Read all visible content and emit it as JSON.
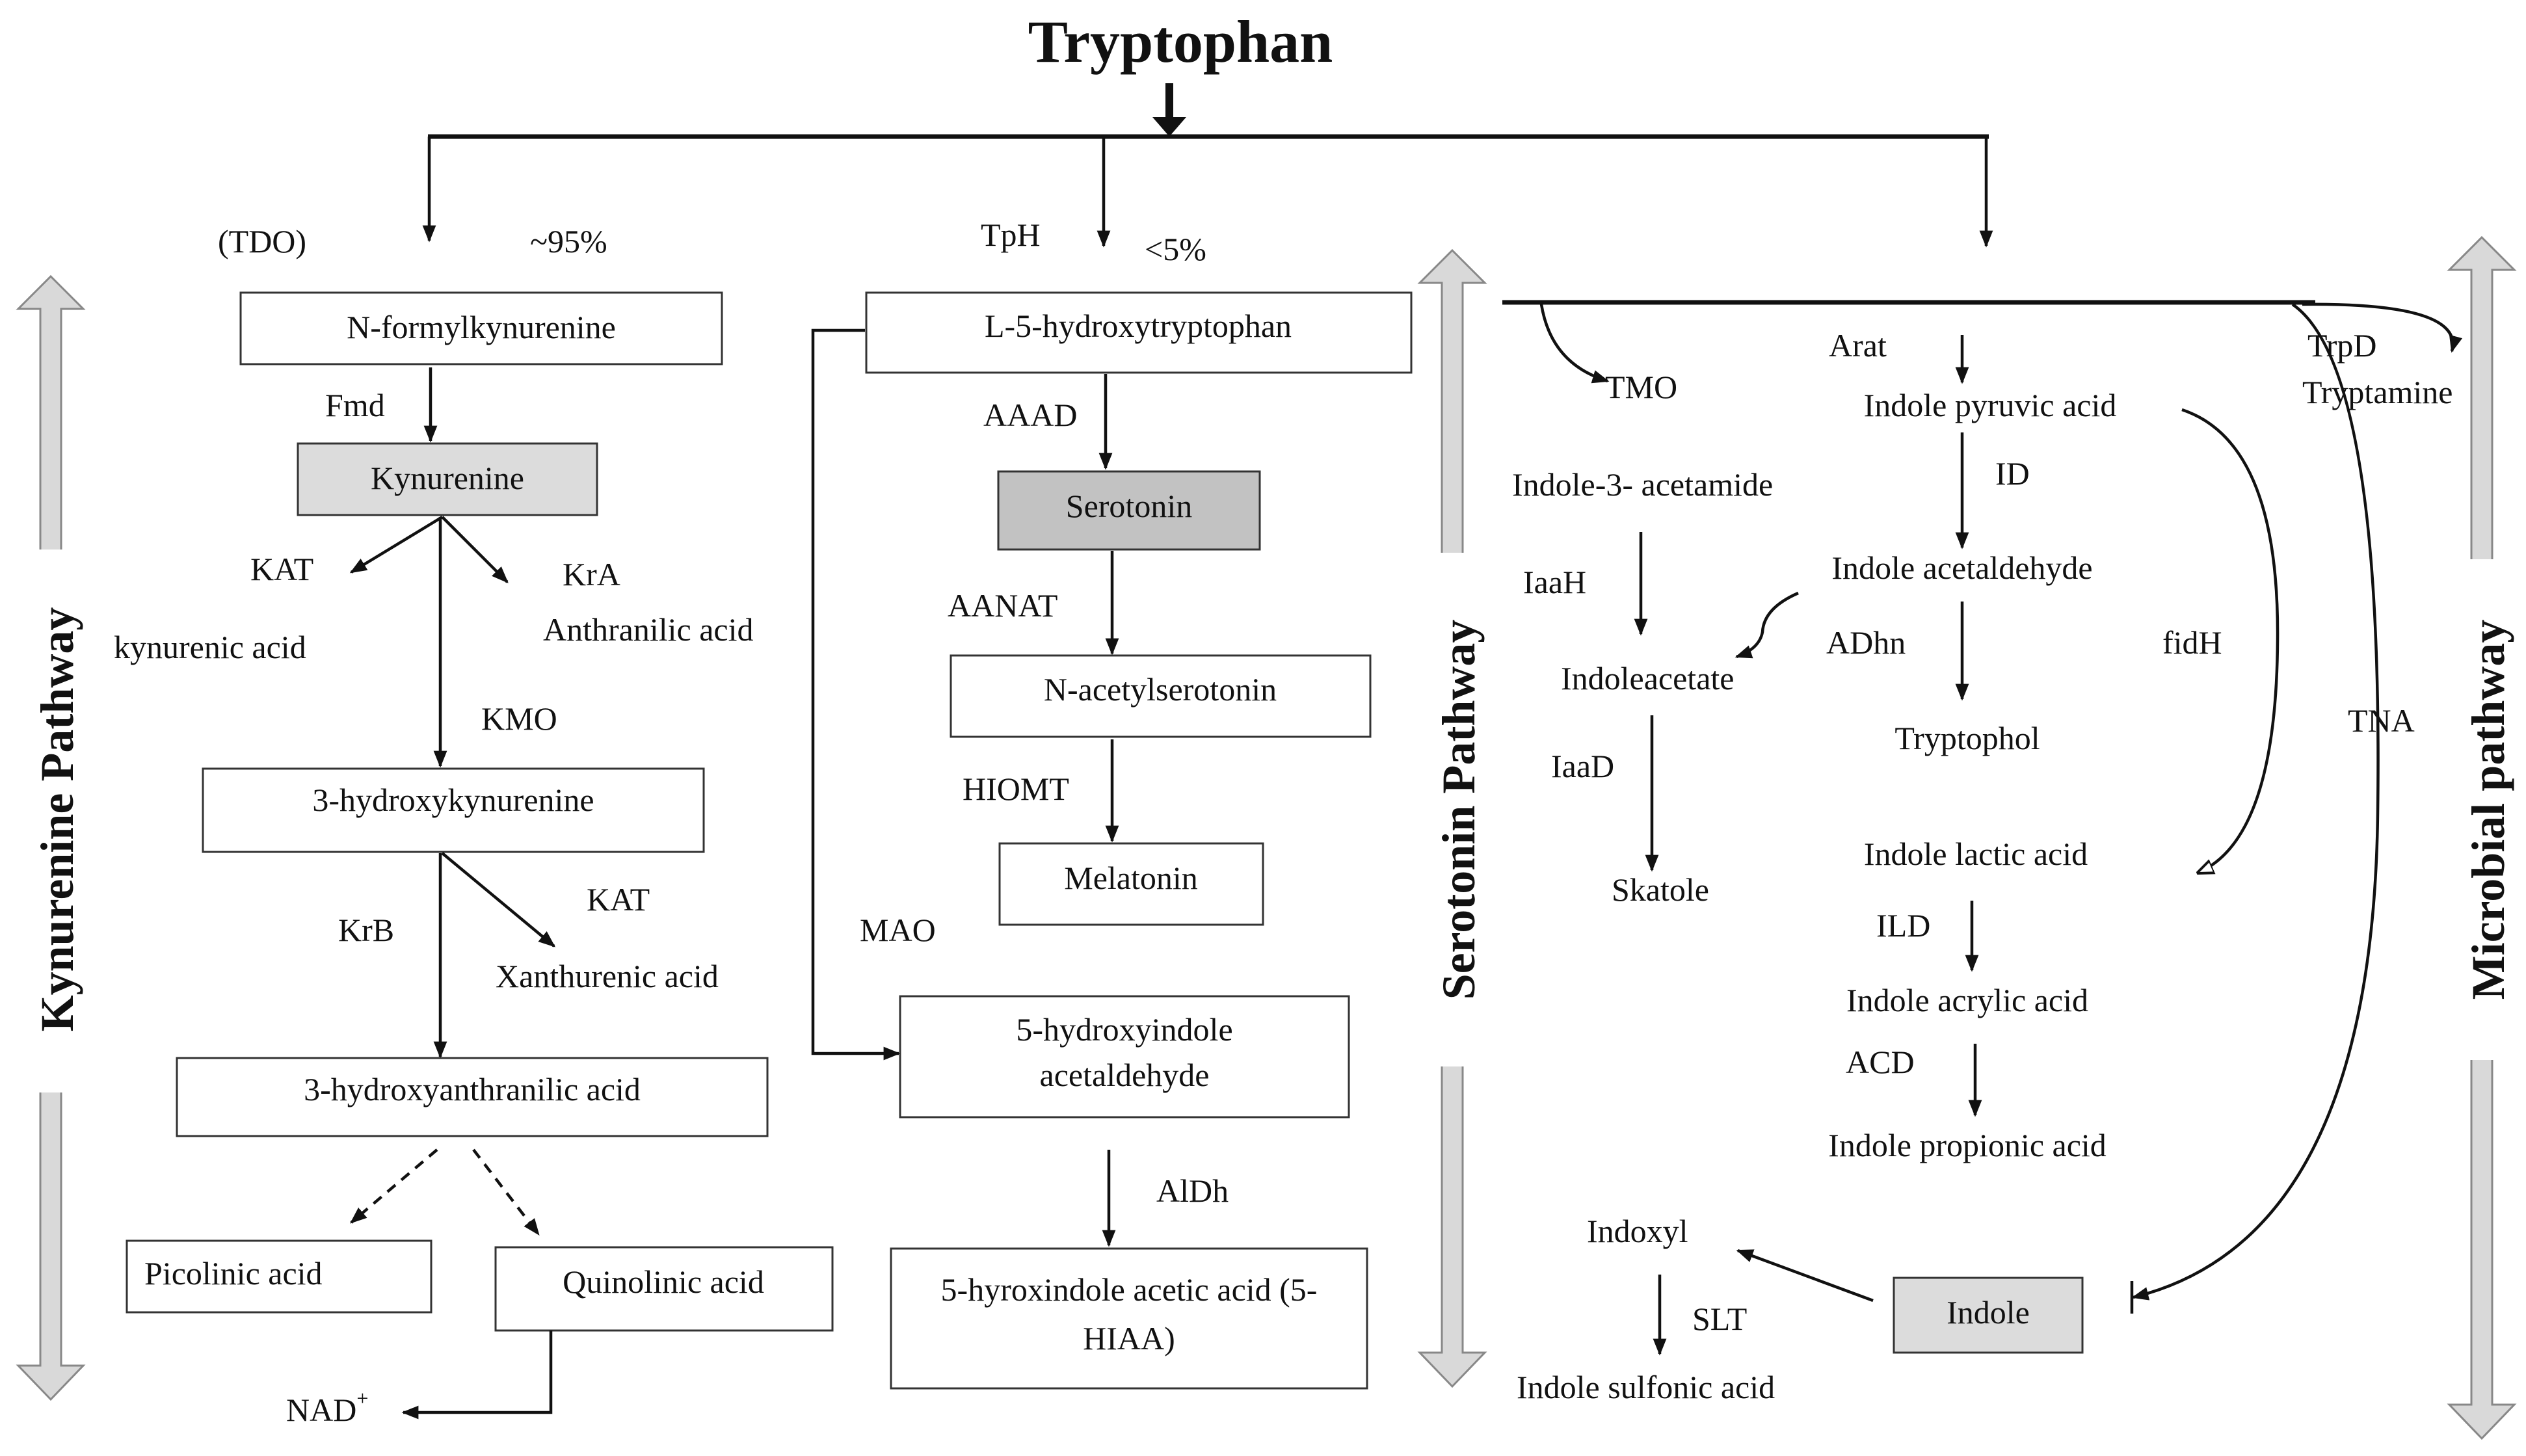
{
  "title": "Tryptophan",
  "pathway_labels": {
    "kynurenine": "Kynurenine Pathway",
    "serotonin": "Serotonin Pathway",
    "microbial": "Microbial pathway"
  },
  "percent": {
    "kyn": "~95%",
    "ser": "<5%"
  },
  "enzymes": {
    "tdo": "(TDO)",
    "fmd": "Fmd",
    "kat1": "KAT",
    "kra": "KrA",
    "kmo": "KMO",
    "krb": "KrB",
    "kat2": "KAT",
    "tph": "TpH",
    "aaad": "AAAD",
    "aanat": "AANAT",
    "hiomt": "HIOMT",
    "mao": "MAO",
    "aldh": "AlDh",
    "arat": "Arat",
    "id": "ID",
    "adhn": "ADhn",
    "trpd": "TrpD",
    "tmo": "TMO",
    "iaah": "IaaH",
    "iaad": "IaaD",
    "fidh": "fidH",
    "tna": "TNA",
    "ild": "ILD",
    "acd": "ACD",
    "slt": "SLT"
  },
  "kyn_nodes": {
    "n_formylkynurenine": "N-formylkynurenine",
    "kynurenine": "Kynurenine",
    "kynurenic_acid": "kynurenic acid",
    "anthranilic_acid": "Anthranilic acid",
    "hydroxykynurenine": "3-hydroxykynurenine",
    "xanthurenic_acid": "Xanthurenic acid",
    "hydroxyanthranilic_acid": "3-hydroxyanthranilic acid",
    "picolinic_acid": "Picolinic acid",
    "quinolinic_acid": "Quinolinic acid",
    "nad": "NAD",
    "nad_sup": "+"
  },
  "ser_nodes": {
    "hydroxytryptophan": "L-5-hydroxytryptophan",
    "serotonin": "Serotonin",
    "n_acetylserotonin": "N-acetylserotonin",
    "melatonin": "Melatonin",
    "hiaa_ald_1": "5-hydroxyindole",
    "hiaa_ald_2": "acetaldehyde",
    "hiaa_1": "5-hyroxindole acetic acid (5-",
    "hiaa_2": "HIAA)"
  },
  "mic_nodes": {
    "indole_pyruvic_acid": "Indole pyruvic acid",
    "tryptamine": "Tryptamine",
    "indole_3_acetamide": "Indole-3- acetamide",
    "indole_acetaldehyde": "Indole acetaldehyde",
    "indoleacetate": "Indoleacetate",
    "tryptophol": "Tryptophol",
    "skatole": "Skatole",
    "indole_lactic_acid": "Indole lactic acid",
    "indole_acrylic_acid": "Indole acrylic acid",
    "indole_propionic_acid": "Indole propionic acid",
    "indoxyl": "Indoxyl",
    "indole": "Indole",
    "indole_sulfonic_acid": "Indole sulfonic acid"
  }
}
